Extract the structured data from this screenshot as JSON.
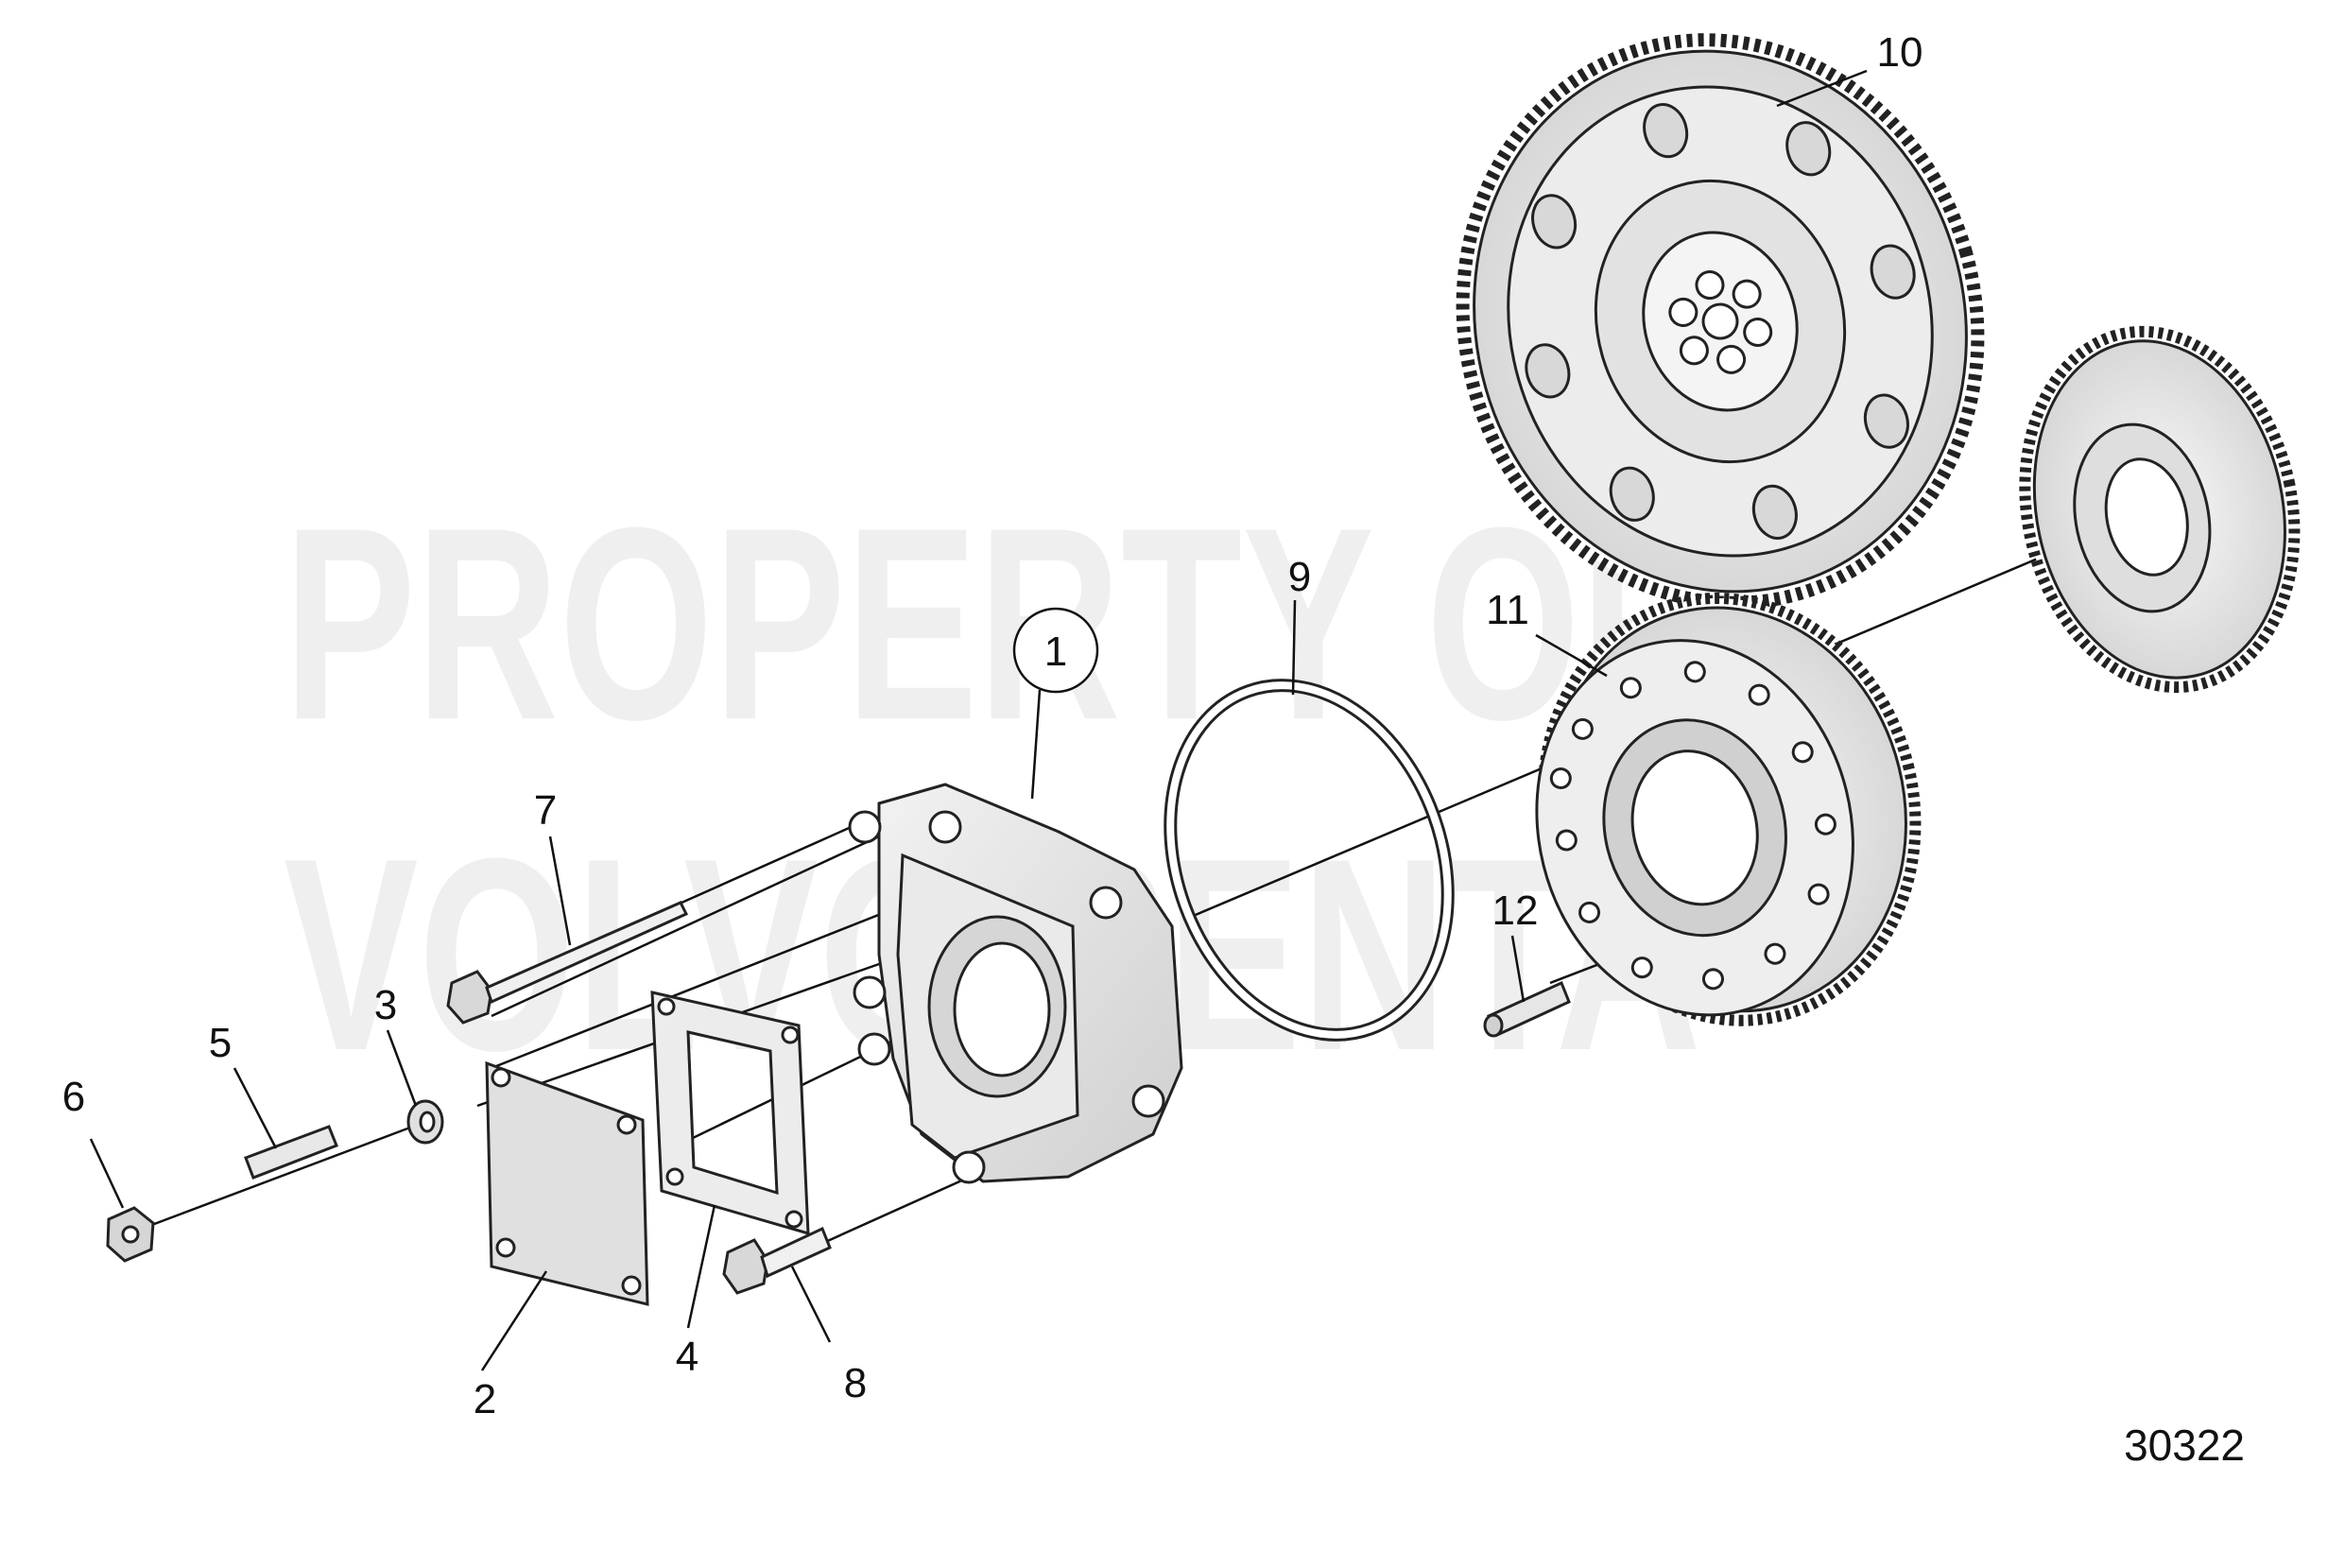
{
  "watermark": {
    "line1": "PROPERTY OF",
    "line2": "VOLVO PENTA"
  },
  "callouts": {
    "c1": "1",
    "c2": "2",
    "c3": "3",
    "c4": "4",
    "c5": "5",
    "c6": "6",
    "c7": "7",
    "c8": "8",
    "c9": "9",
    "c10": "10",
    "c11": "11",
    "c12": "12"
  },
  "document_number": "30322",
  "colors": {
    "line": "#222222",
    "part_fill": "#e6e6e6",
    "watermark": "#efefef"
  }
}
